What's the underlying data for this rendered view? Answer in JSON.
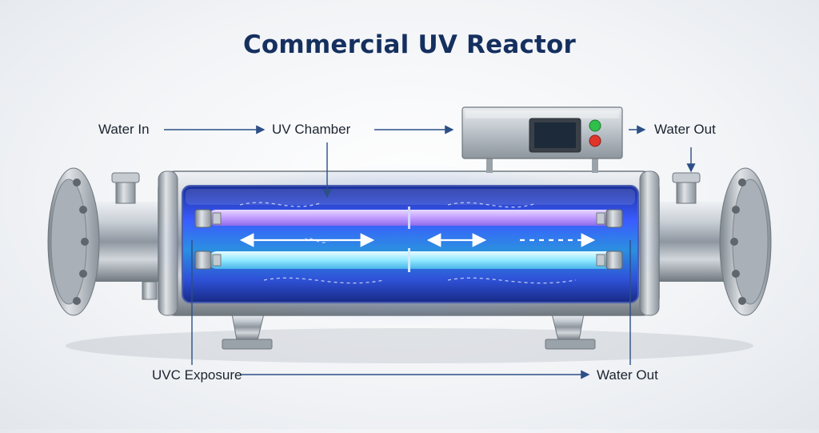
{
  "title": "Commercial UV Reactor",
  "labels": {
    "water_in": "Water In",
    "uv_chamber": "UV Chamber",
    "water_out_top": "Water Out",
    "uvc_exposure": "UVC Exposure",
    "water_out_bottom": "Water Out"
  },
  "colors": {
    "title": "#15305f",
    "arrow": "#2c4f86",
    "lamp_violet": "#b88cff",
    "lamp_cyan": "#7ee6ff",
    "chamber_glow": "#3a5cff",
    "steel": "#b7bec6",
    "indicator_green": "#2fbf4a",
    "indicator_red": "#e0352b"
  }
}
